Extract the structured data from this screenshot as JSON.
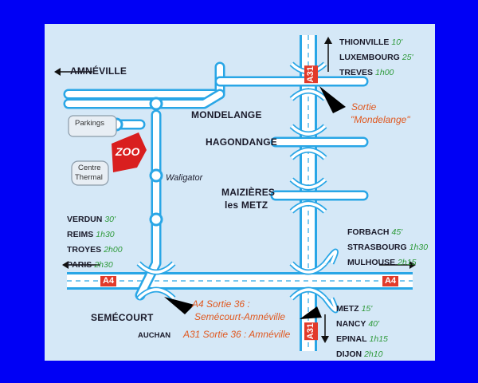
{
  "map": {
    "colors": {
      "frame": "#0000f5",
      "land": "#d5e8f7",
      "road": "#29a6e6",
      "zoo": "#d91f1f",
      "shield": "#e23a2a",
      "exit_text": "#e0581f",
      "distance_text": "#2e9a3a"
    },
    "places": {
      "amneville": "AMNÉVILLE",
      "mondelange": "MONDELANGE",
      "hagondange": "HAGONDANGE",
      "maizieres_line1": "MAIZIÈRES",
      "maizieres_line2": "les METZ",
      "semecourt": "SEMÉCOURT",
      "auchan": "AUCHAN",
      "parkings": "Parkings",
      "centre_line1": "Centre",
      "centre_line2": "Thermal",
      "waligator": "Waligator",
      "zoo": "ZOO"
    },
    "road_shields": {
      "a31_top": "A31",
      "a31_bottom": "A31",
      "a4_left": "A4",
      "a4_right": "A4"
    },
    "exits": {
      "mondelange_line1": "Sortie",
      "mondelange_line2": "\"Mondelange\"",
      "a4_line1": "A4 Sortie 36 :",
      "a4_line2": "Semécourt-Amnéville",
      "a31": "A31 Sortie 36 : Amnéville"
    },
    "destinations": {
      "north": [
        {
          "city": "THIONVILLE",
          "dist": "10'"
        },
        {
          "city": "LUXEMBOURG",
          "dist": "25'"
        },
        {
          "city": "TREVES",
          "dist": "1h00"
        }
      ],
      "west": [
        {
          "city": "VERDUN",
          "dist": "30'"
        },
        {
          "city": "REIMS",
          "dist": "1h30"
        },
        {
          "city": "TROYES",
          "dist": "2h00"
        },
        {
          "city": "PARIS",
          "dist": "2h30"
        }
      ],
      "east": [
        {
          "city": "FORBACH",
          "dist": "45'"
        },
        {
          "city": "STRASBOURG",
          "dist": "1h30"
        },
        {
          "city": "MULHOUSE",
          "dist": "2h15"
        }
      ],
      "south": [
        {
          "city": "METZ",
          "dist": "15'"
        },
        {
          "city": "NANCY",
          "dist": "40'"
        },
        {
          "city": "EPINAL",
          "dist": "1h15"
        },
        {
          "city": "DIJON",
          "dist": "2h10"
        }
      ]
    }
  }
}
